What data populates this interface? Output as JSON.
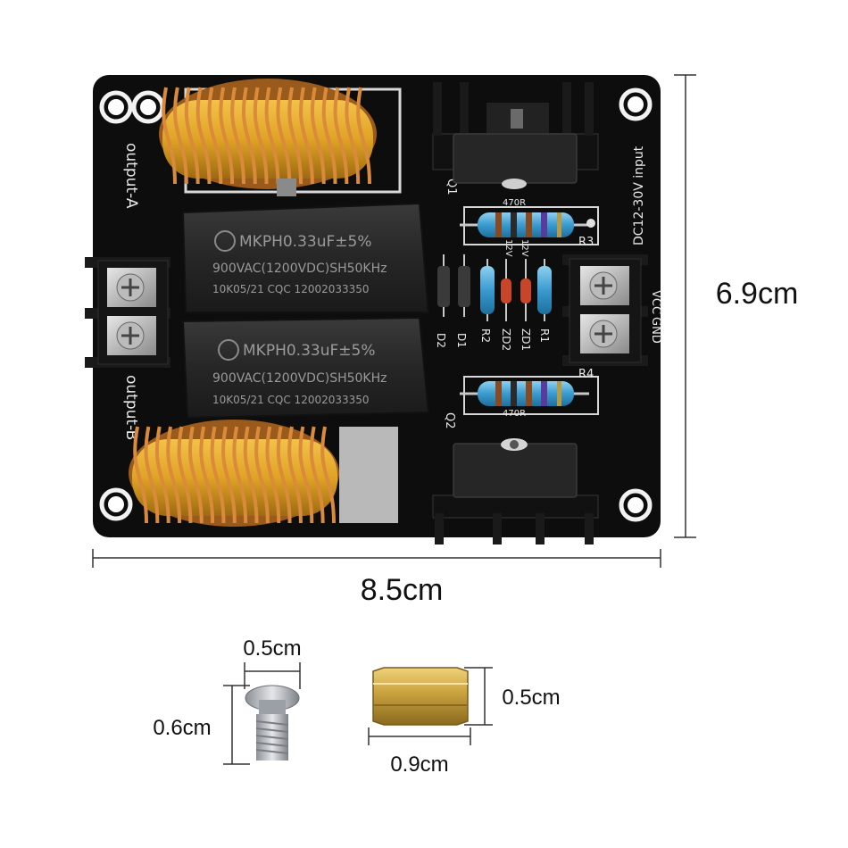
{
  "dimensions": {
    "board_width": "8.5cm",
    "board_height": "6.9cm",
    "screw_head": "0.5cm",
    "screw_length": "0.6cm",
    "standoff_height": "0.5cm",
    "standoff_length": "0.9cm"
  },
  "silkscreen": {
    "output_a": "output-A",
    "output_b": "output-B",
    "input": "DC12-30V input",
    "vcc": "VCC",
    "gnd": "GND",
    "q1": "Q1",
    "q2": "Q2",
    "r1": "R1",
    "r2": "R2",
    "r3": "R3",
    "r4": "R4",
    "d1": "D1",
    "d2": "D2",
    "zd1": "ZD1",
    "zd2": "ZD2",
    "r470_top": "470R",
    "r470_bottom": "470R",
    "zener_a": "12V",
    "zener_b": "12V"
  },
  "capacitors": {
    "line1": "MKPH0.33uF±5%",
    "line2": "900VAC(1200VDC)SH50KHz",
    "line3": "10K05/21 CQC 12002033350"
  },
  "colors": {
    "pcb": "#0d0d0d",
    "copper": "#d9893a",
    "core": "#e2a72a",
    "capacitor": "#2b2b2b",
    "heatsink": "#111111",
    "brass": "#c9a74a",
    "screw": "#b8bcc2"
  }
}
